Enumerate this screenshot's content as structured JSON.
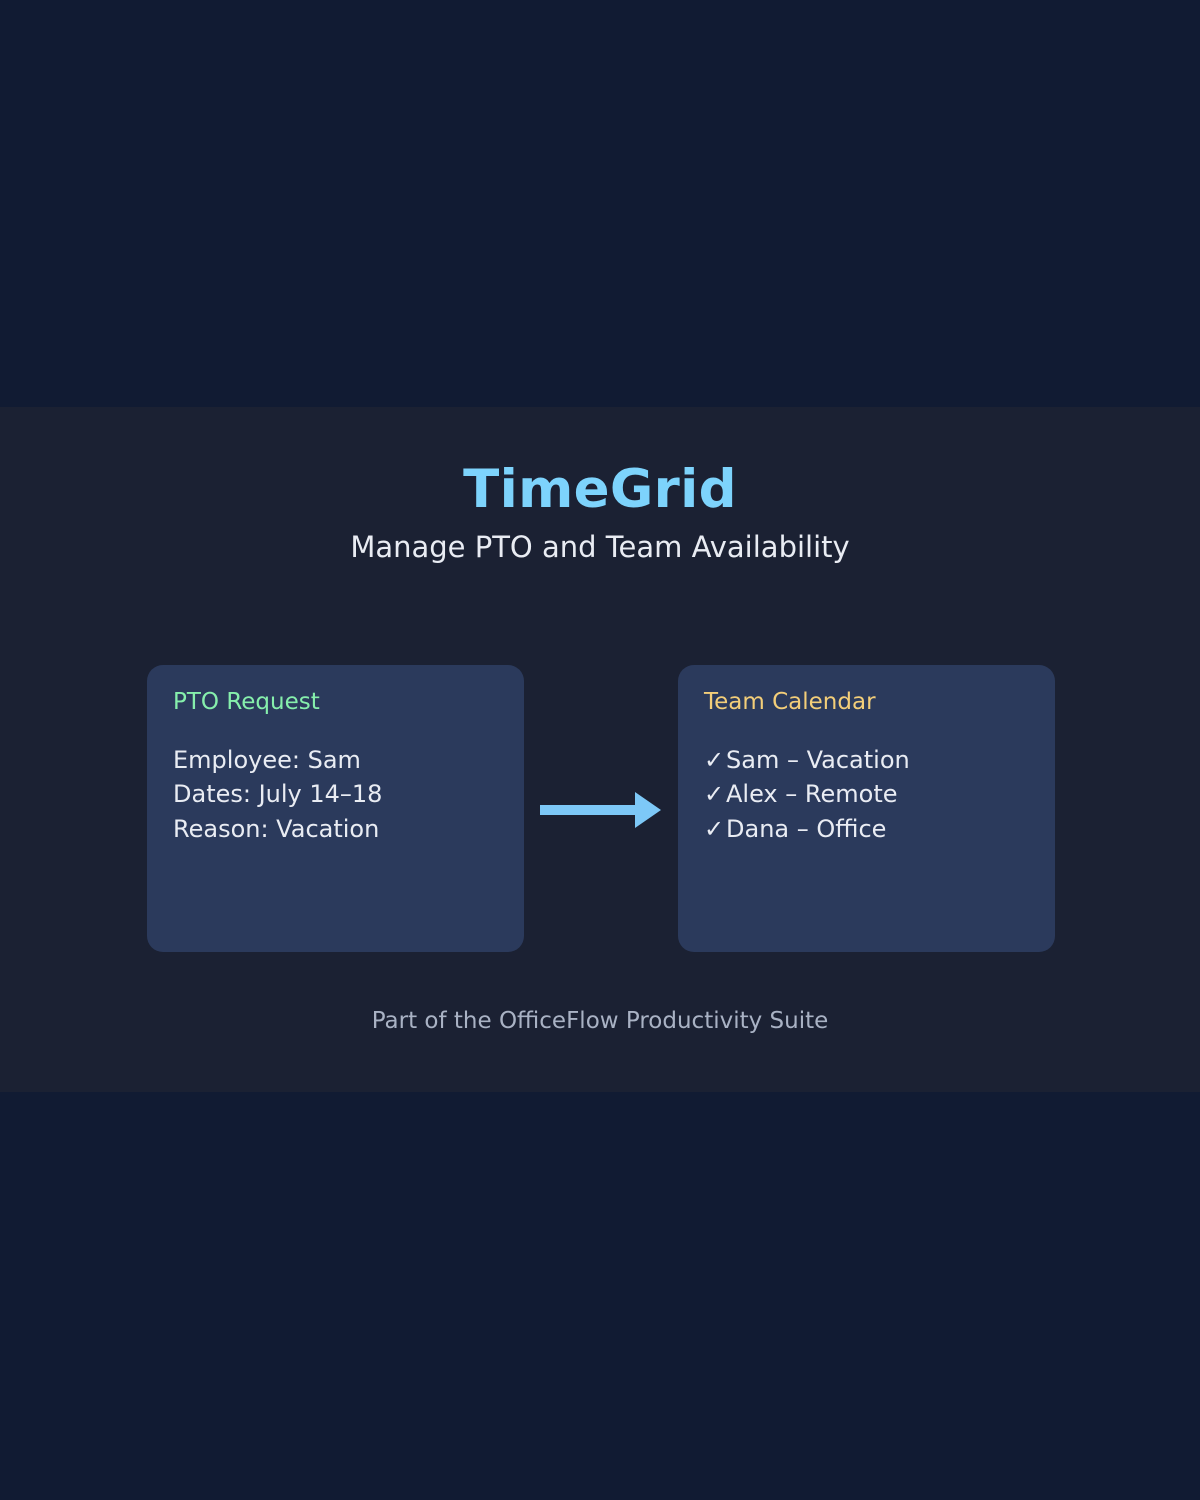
{
  "app": {
    "title": "TimeGrid",
    "subtitle": "Manage PTO and Team Availability",
    "title_color": "#7dd3fc",
    "background_color": "#111b33",
    "panel_color": "#1b2133"
  },
  "cards": {
    "request": {
      "title": "PTO Request",
      "title_color": "#86efac",
      "surface_color": "#2b3a5c",
      "lines": [
        "Employee: Sam",
        "Dates: July 14–18",
        "Reason: Vacation"
      ],
      "fields": {
        "employee_label": "Employee:",
        "employee_value": "Sam",
        "dates_label": "Dates:",
        "dates_value": "July 14–18",
        "reason_label": "Reason:",
        "reason_value": "Vacation"
      }
    },
    "calendar": {
      "title": "Team Calendar",
      "title_color": "#f3ce79",
      "surface_color": "#2b3a5c",
      "check_glyph": "✓",
      "entries": [
        {
          "person": "Sam",
          "status": "Vacation",
          "text": "Sam – Vacation"
        },
        {
          "person": "Alex",
          "status": "Remote",
          "text": "Alex – Remote"
        },
        {
          "person": "Dana",
          "status": "Office",
          "text": "Dana – Office"
        }
      ]
    }
  },
  "flow": {
    "arrow_name": "arrow-right-icon",
    "arrow_color": "#7dc8f7",
    "direction": "left-to-right"
  },
  "footer": {
    "text": "Part of the OfficeFlow Productivity Suite"
  }
}
